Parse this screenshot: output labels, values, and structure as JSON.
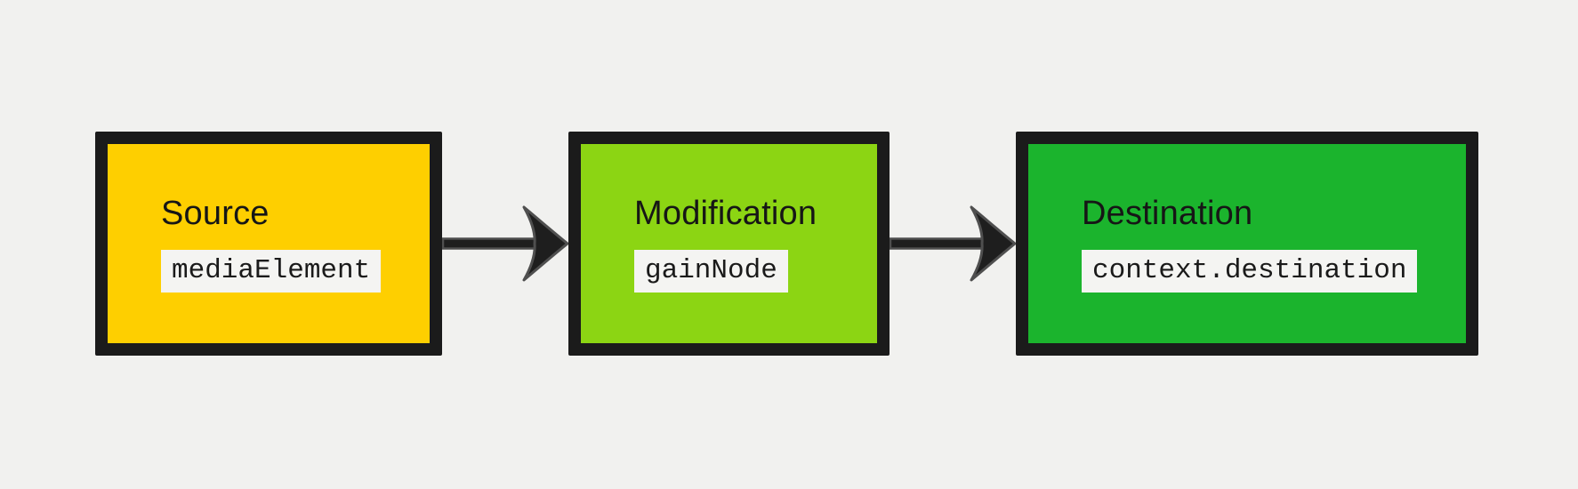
{
  "canvas": {
    "background": "#f1f1ef"
  },
  "colors": {
    "node_border": "#1b1b1b",
    "title_text": "#161616",
    "chip_background": "#f4f4f2",
    "chip_text": "#1a1a1a",
    "arrow_fill": "#1e1e1e",
    "arrow_outline": "#4f4f4f",
    "source_fill": "#fecf00",
    "modification_fill": "#8cd513",
    "destination_fill": "#1bb42d"
  },
  "nodes": [
    {
      "title": "Source",
      "code": "mediaElement",
      "fill": "#fecf00"
    },
    {
      "title": "Modification",
      "code": "gainNode",
      "fill": "#8cd513"
    },
    {
      "title": "Destination",
      "code": "context.destination",
      "fill": "#1bb42d"
    }
  ],
  "arrows": [
    {
      "name": "source-to-modification"
    },
    {
      "name": "modification-to-destination"
    }
  ]
}
